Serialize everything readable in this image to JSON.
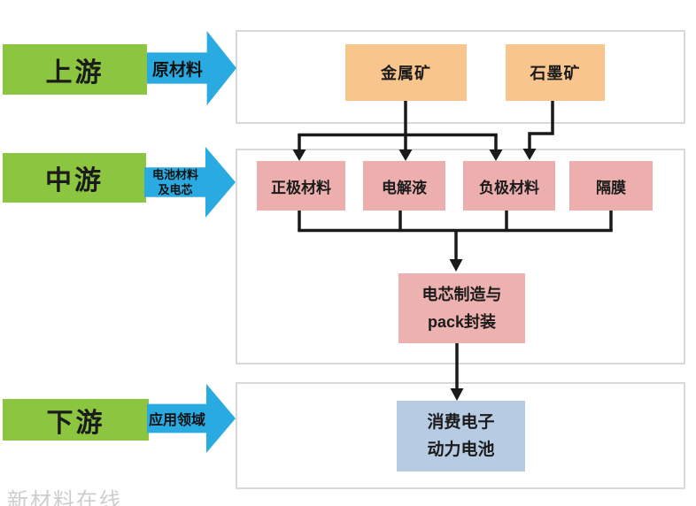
{
  "stages": [
    {
      "id": "upstream",
      "label": "上游",
      "arrow_lines": [
        "原材料"
      ]
    },
    {
      "id": "midstream",
      "label": "中游",
      "arrow_lines": [
        "电池材料",
        "及电芯"
      ]
    },
    {
      "id": "downstream",
      "label": "下游",
      "arrow_lines": [
        "应用领域"
      ]
    }
  ],
  "upstream_boxes": [
    {
      "label": "金属矿"
    },
    {
      "label": "石墨矿"
    }
  ],
  "midstream_boxes": [
    {
      "label": "正极材料"
    },
    {
      "label": "电解液"
    },
    {
      "label": "负极材料"
    },
    {
      "label": "隔膜"
    }
  ],
  "pack_box": {
    "lines": [
      "电芯制造与",
      "pack封装"
    ]
  },
  "downstream_box": {
    "lines": [
      "消费电子",
      "动力电池"
    ]
  },
  "watermark": "新材料在线",
  "colors": {
    "stage_green": "#8cc540",
    "arrow_blue": "#29abe2",
    "ore_orange": "#f8c58c",
    "material_pink": "#ecafad",
    "application_blue": "#b7cbe2",
    "connector_black": "#1a1a1a",
    "container_border": "#d9d9d9"
  }
}
